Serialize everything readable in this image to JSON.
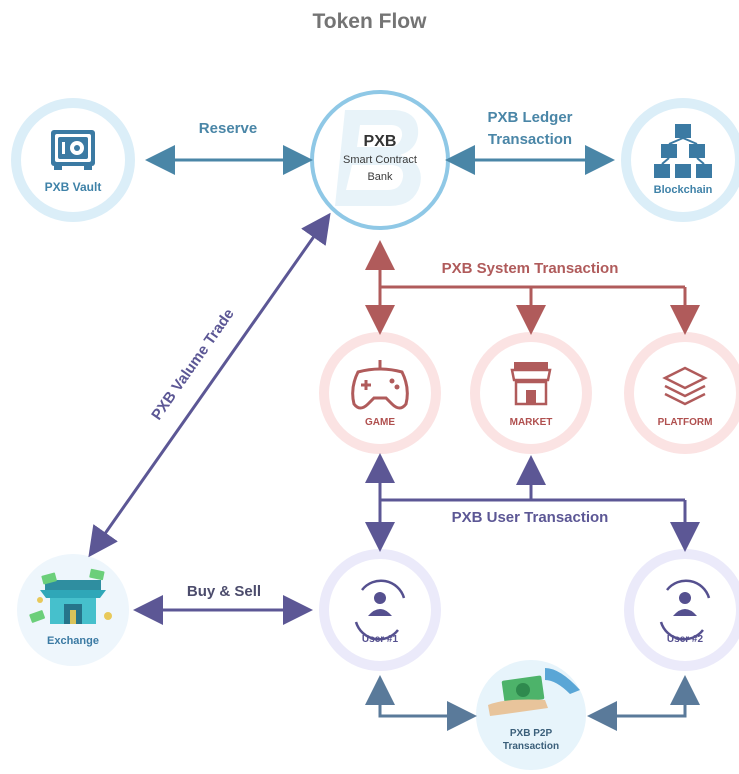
{
  "title": "Token Flow",
  "nodes": {
    "vault": {
      "label": "PXB Vault"
    },
    "bank": {
      "logo_text": "PXB",
      "line1": "Smart Contract",
      "line2": "Bank"
    },
    "blockchain": {
      "label": "Blockchain"
    },
    "game": {
      "label": "GAME"
    },
    "market": {
      "label": "MARKET"
    },
    "platform": {
      "label": "PLATFORM"
    },
    "exchange": {
      "label": "Exchange"
    },
    "user1": {
      "label": "User #1"
    },
    "user2": {
      "label": "User #2"
    },
    "p2p": {
      "line1": "PXB P2P",
      "line2": "Transaction"
    }
  },
  "edges": {
    "reserve": "Reserve",
    "ledger_line1": "PXB Ledger",
    "ledger_line2": "Transaction",
    "system": "PXB System Transaction",
    "volume": "PXB Valume Trade",
    "user_tx": "PXB User Transaction",
    "buy_sell": "Buy & Sell"
  },
  "colors": {
    "blue": "#4a86a7",
    "red": "#b05b5b",
    "purple": "#5c5795",
    "ring_blue": "#dbeef8",
    "ring_red": "#fbe3e3",
    "ring_purple": "#ebeafa"
  }
}
